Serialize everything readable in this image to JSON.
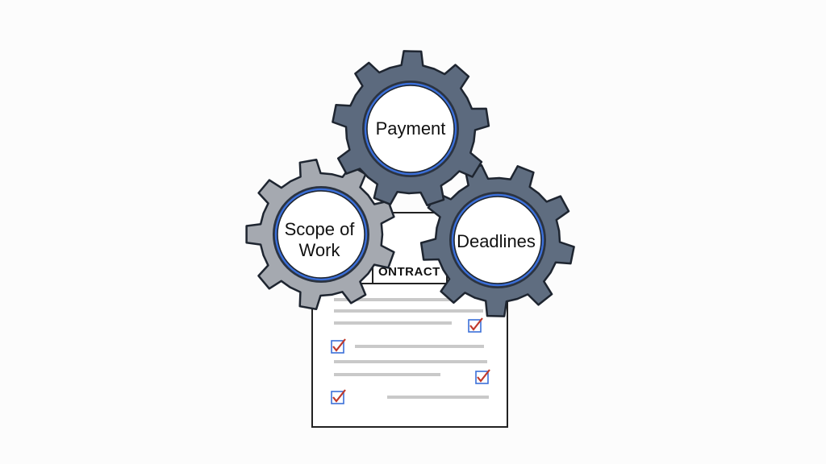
{
  "diagram": {
    "document_title": "ONTRACT",
    "gears": [
      {
        "id": "payment",
        "lines": [
          "Payment"
        ],
        "body_color": "#5c6a7e",
        "ring_color": "#3b6fd8"
      },
      {
        "id": "scope",
        "lines": [
          "Scope of",
          "Work"
        ],
        "body_color": "#a5a9b0",
        "ring_color": "#3b6fd8"
      },
      {
        "id": "deadlines",
        "lines": [
          "Deadlines"
        ],
        "body_color": "#5f6d80",
        "ring_color": "#3b6fd8"
      }
    ],
    "checklist": {
      "checkbox_count": 4,
      "check_color": "#c0392b",
      "box_color": "#3b6fd8"
    }
  }
}
